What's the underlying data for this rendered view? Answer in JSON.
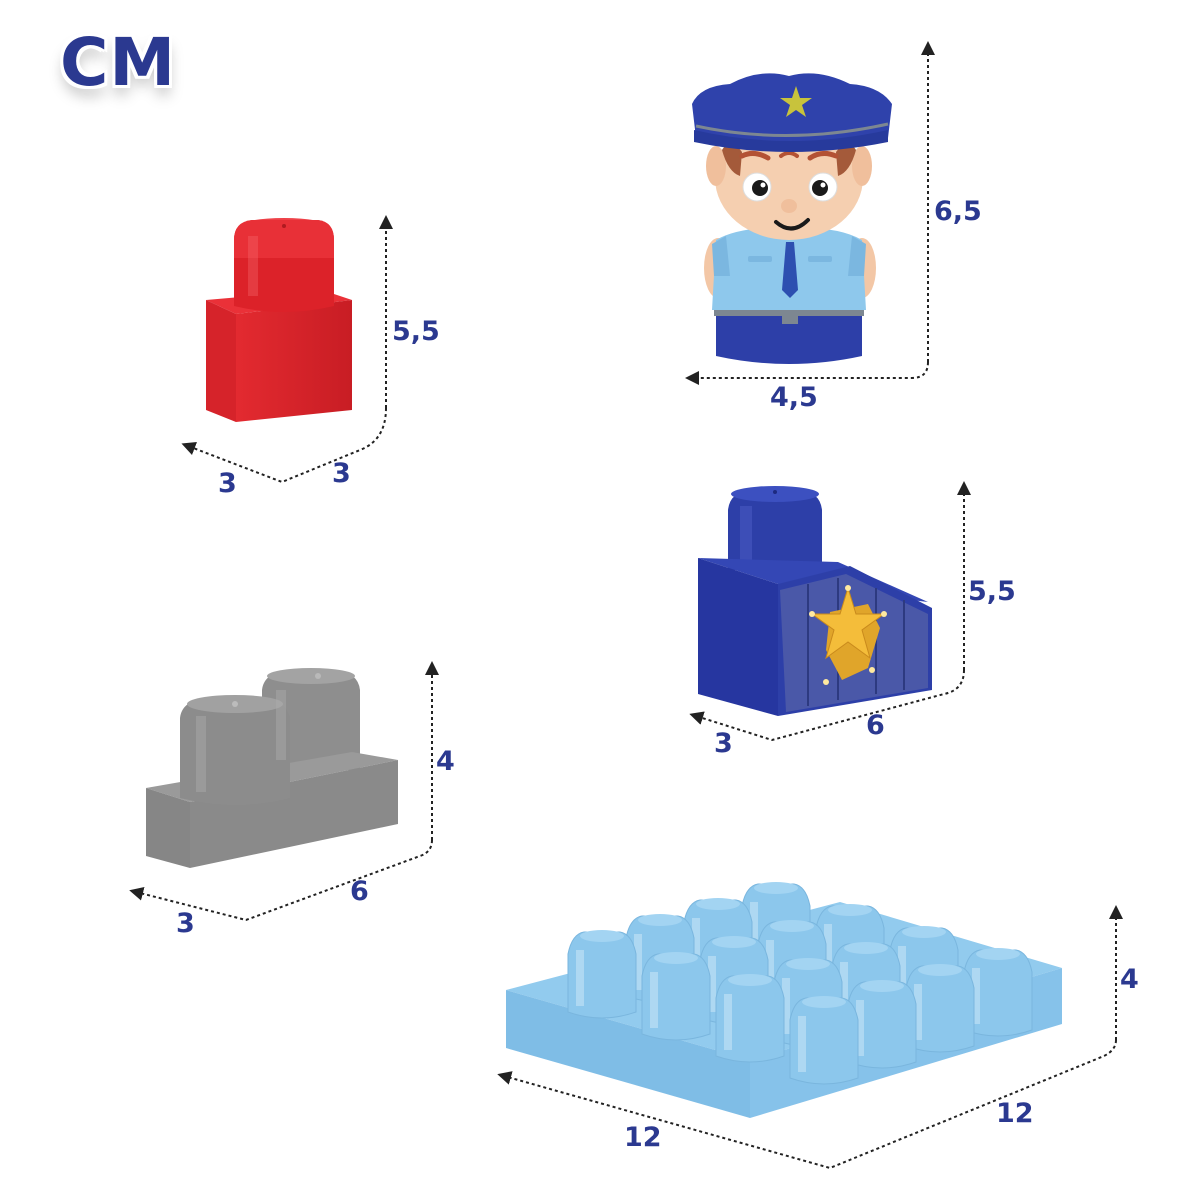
{
  "unit_label": "CM",
  "colors": {
    "label_text": "#2b3990",
    "arrow": "#222222",
    "red_brick": "#e0242b",
    "police_blue": "#2d3fa8",
    "police_shirt": "#8ec8ec",
    "gray_brick": "#8e8e8e",
    "light_blue_plate": "#86c4ec",
    "badge_gold": "#f0b429"
  },
  "items": [
    {
      "name": "red-1x1-brick",
      "dimensions": {
        "height": "5,5",
        "depth": "3",
        "width": "3"
      }
    },
    {
      "name": "police-figure",
      "dimensions": {
        "height": "6,5",
        "width": "4,5"
      }
    },
    {
      "name": "blue-badge-slope-brick",
      "dimensions": {
        "height": "5,5",
        "depth": "3",
        "width": "6"
      }
    },
    {
      "name": "gray-2x1-brick",
      "dimensions": {
        "height": "4",
        "depth": "3",
        "width": "6"
      }
    },
    {
      "name": "light-blue-4x4-plate",
      "dimensions": {
        "height": "4",
        "depth": "12",
        "width": "12"
      }
    }
  ]
}
